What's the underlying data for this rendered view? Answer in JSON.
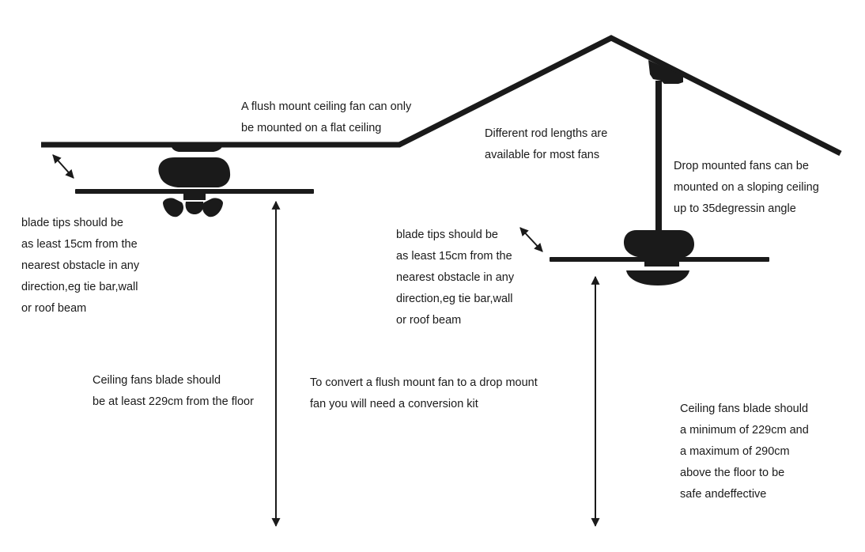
{
  "colors": {
    "ink": "#1a1a1a",
    "background": "#ffffff"
  },
  "labels": {
    "flush_mount": [
      "A flush mount ceiling fan can only",
      "be mounted on a flat ceiling"
    ],
    "rod_lengths": [
      "Different rod lengths are",
      "available for most fans"
    ],
    "drop_mount": [
      "Drop mounted fans can be",
      "mounted on a sloping ceiling",
      "up to 35degressin angle"
    ],
    "left_clearance": [
      "blade  tips  should  be",
      "as  least  15cm from the",
      "nearest obstacle in any",
      "direction,eg tie bar,wall",
      "or roof beam"
    ],
    "middle_clearance": [
      "blade  tips  should  be",
      "as  least  15cm from the",
      "nearest obstacle in any",
      "direction,eg tie bar,wall",
      "or roof beam"
    ],
    "floor_height_left": [
      "Ceiling fans blade should",
      "be at least 229cm from the floor"
    ],
    "conversion_kit": [
      "To convert a flush  mount fan to a drop mount",
      "fan you will need a conversion kit"
    ],
    "floor_height_right": [
      "Ceiling fans blade should",
      "a minimum of 229cm and",
      "a maximum of 290cm",
      "above the floor to be",
      "safe andeffective"
    ]
  }
}
